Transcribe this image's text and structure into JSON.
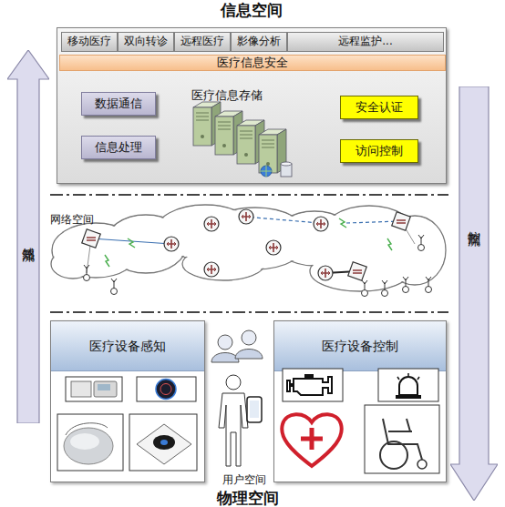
{
  "diagram": {
    "nodes": [
      {
        "text": [
          "信息空间"
        ]
      },
      {
        "text": [
          "移动医疗"
        ],
        "in": 0
      },
      {
        "text": [
          "双向转诊"
        ],
        "in": 0
      },
      {
        "text": [
          "远程医疗"
        ],
        "in": 0
      },
      {
        "text": [
          "影像分析"
        ],
        "in": 0
      },
      {
        "text": [
          "远程监护..."
        ],
        "in": 0
      },
      {
        "text": [
          "医疗信息安全"
        ],
        "in": 0
      },
      {
        "text": [
          "数据通信"
        ],
        "in": 0
      },
      {
        "text": [
          "信息处理"
        ],
        "in": 0
      },
      {
        "text": [
          "安全认证"
        ],
        "in": 0
      },
      {
        "text": [
          "访问控制"
        ],
        "in": 0
      },
      {
        "text": [
          "感知流"
        ]
      },
      {
        "text": [
          "控制流"
        ]
      },
      {
        "text": [
          "医疗设备感知"
        ]
      },
      {
        "text": [
          "医疗设备控制"
        ]
      }
    ],
    "labels": [
      "医疗信息存储",
      "网络空间",
      "用户空间",
      "物理空间"
    ]
  }
}
